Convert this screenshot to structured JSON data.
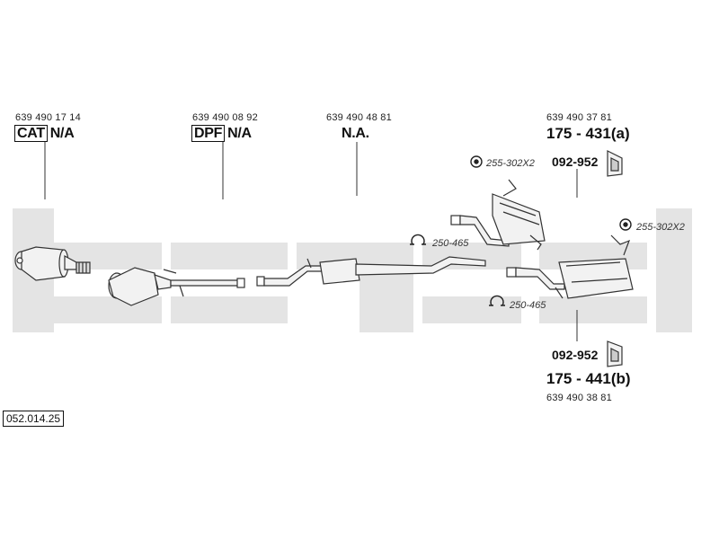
{
  "watermark": {
    "color": "#e4e4e4"
  },
  "parts": {
    "cat": {
      "part_number": "639 490 17 14",
      "code_box": "CAT",
      "code_suffix": "N/A"
    },
    "dpf": {
      "part_number": "639 490 08 92",
      "code_box": "DPF",
      "code_suffix": "N/A"
    },
    "middle": {
      "part_number": "639 490 48 81",
      "code": "N.A."
    },
    "rear_a": {
      "part_number": "639 490 37 81",
      "code": "175 - 431(a)",
      "bracket_code": "092-952"
    },
    "rear_b": {
      "part_number": "639 490 38 81",
      "code": "175 - 441(b)",
      "bracket_code": "092-952"
    }
  },
  "fittings": {
    "clamp_top": "255-302X2",
    "clamp_right": "255-302X2",
    "ring_mid": "250-465",
    "ring_rear": "250-465"
  },
  "diagram_id": "052.014.25"
}
